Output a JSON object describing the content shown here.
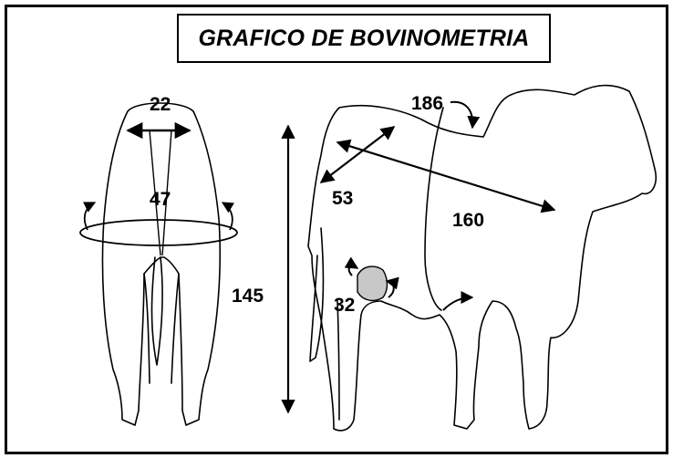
{
  "title": "GRAFICO DE BOVINOMETRIA",
  "measurements": {
    "width": "22",
    "rear_girth": "47",
    "height": "145",
    "diagonal": "53",
    "heart_girth": "186",
    "body_length": "160",
    "udder": "32"
  },
  "colors": {
    "line": "#000000",
    "udder_fill": "#c8c8c8",
    "background": "#ffffff"
  }
}
